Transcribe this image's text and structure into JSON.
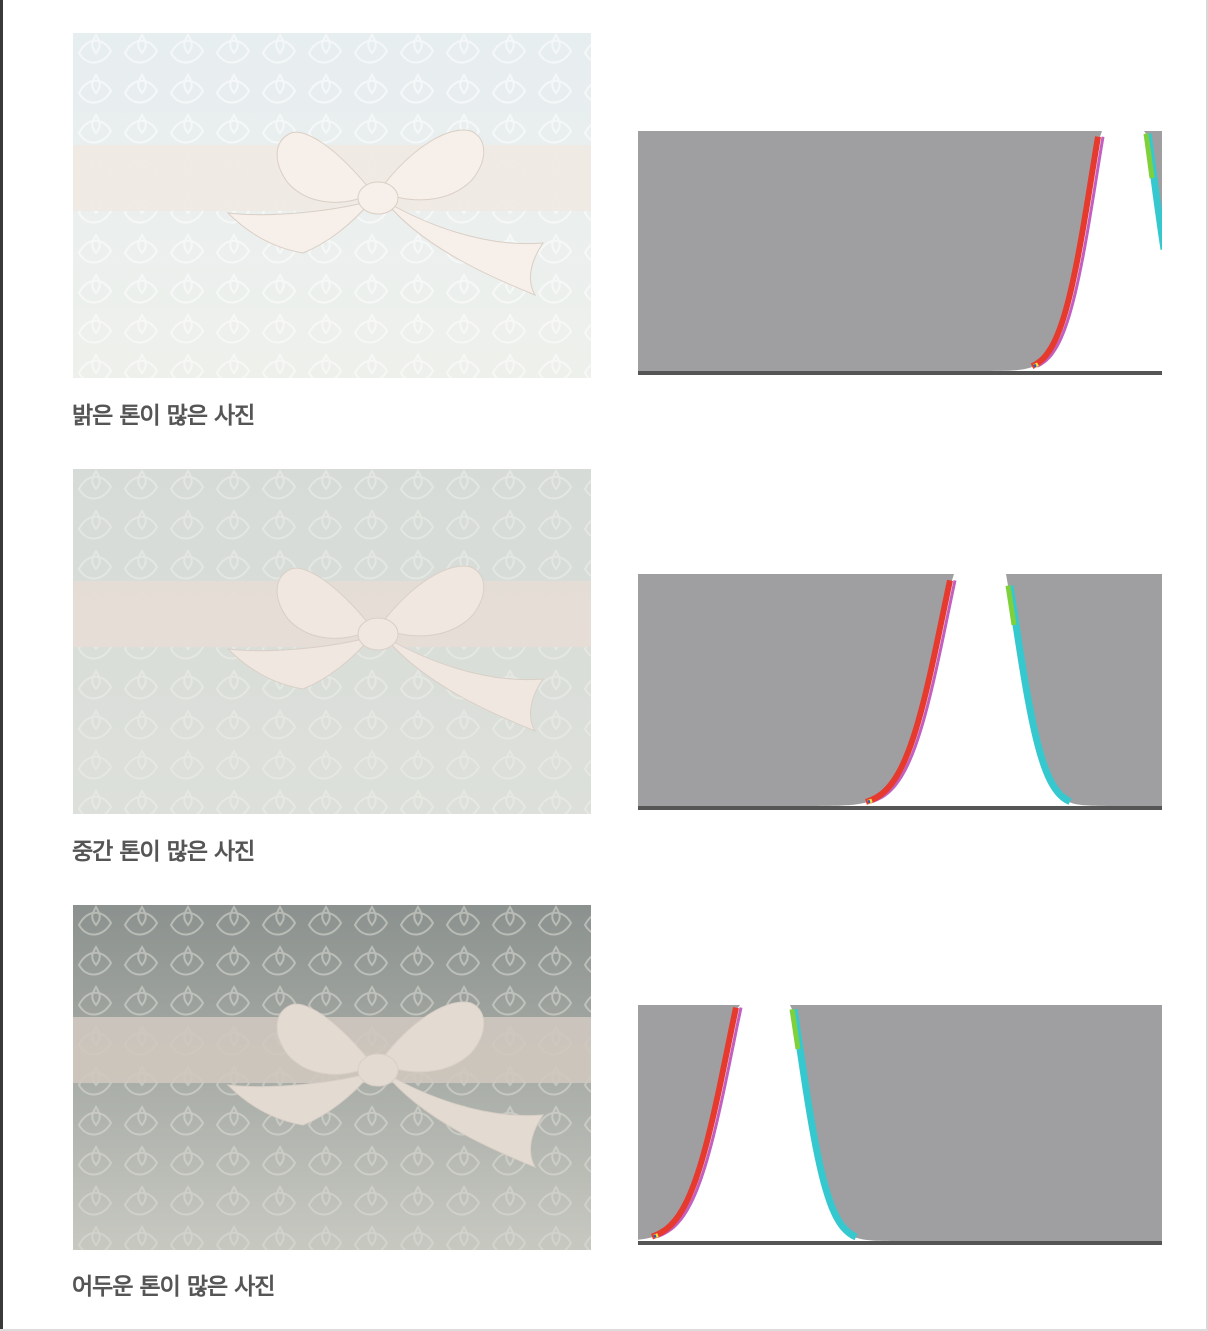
{
  "rows": [
    {
      "caption": "밝은 톤이 많은 사진",
      "photo_tone": "bright",
      "photo_colors": {
        "bg_top": "#e7eef0",
        "bg_bottom": "#eef0ec",
        "ribbon": "#f1e9e2",
        "bow": "#f7efe9",
        "pattern": "#ffffff"
      },
      "histogram_peak_position": 0.93
    },
    {
      "caption": "중간 톤이 많은 사진",
      "photo_tone": "mid",
      "photo_colors": {
        "bg_top": "#d6dbd8",
        "bg_bottom": "#dde0da",
        "ribbon": "#e5ddd5",
        "bow": "#efe7e0",
        "pattern": "#eceee9"
      },
      "histogram_peak_position": 0.66
    },
    {
      "caption": "어두운 톤이 많은 사진",
      "photo_tone": "dark",
      "photo_colors": {
        "bg_top": "#8b918e",
        "bg_bottom": "#c7c9c1",
        "ribbon": "#cfc8bf",
        "bow": "#e3dbd2",
        "pattern": "#dcdcd4"
      },
      "histogram_peak_position": 0.25
    }
  ],
  "histogram_colors": {
    "background": "#9f9fa1",
    "fill": "#ffffff",
    "red": "#e63a2e",
    "cyan": "#36c8cf",
    "yellow": "#f0e53a",
    "magenta": "#c25fbf",
    "blue": "#3d4fb7",
    "green": "#7fd13c",
    "baseline": "#555555"
  }
}
